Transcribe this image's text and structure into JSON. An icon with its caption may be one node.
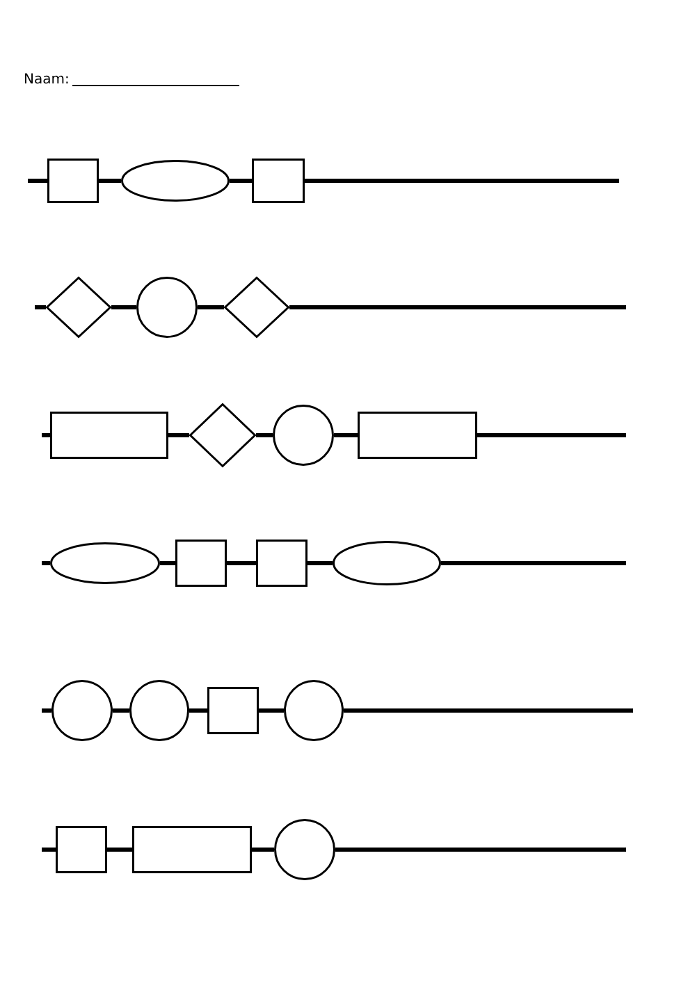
{
  "diagram": {
    "nodes": [
      {
        "text": [],
        "shape": "box"
      },
      {
        "text": [],
        "shape": "ellipse"
      },
      {
        "text": [],
        "shape": "box"
      },
      {
        "text": [],
        "shape": "diamond"
      },
      {
        "text": [],
        "shape": "circle"
      },
      {
        "text": [],
        "shape": "diamond"
      },
      {
        "text": [],
        "shape": "box"
      },
      {
        "text": [],
        "shape": "diamond"
      },
      {
        "text": [],
        "shape": "circle"
      },
      {
        "text": [],
        "shape": "box"
      },
      {
        "text": [],
        "shape": "ellipse"
      },
      {
        "text": [],
        "shape": "box"
      },
      {
        "text": [],
        "shape": "box"
      },
      {
        "text": [],
        "shape": "ellipse"
      },
      {
        "text": [],
        "shape": "circle"
      },
      {
        "text": [],
        "shape": "circle"
      },
      {
        "text": [],
        "shape": "box"
      },
      {
        "text": [],
        "shape": "circle"
      },
      {
        "text": [],
        "shape": "box"
      },
      {
        "text": [],
        "shape": "box"
      },
      {
        "text": [],
        "shape": "circle"
      }
    ],
    "edges": [
      {
        "from": null,
        "to": 0,
        "arrow": "none"
      },
      {
        "from": 0,
        "to": 1,
        "arrow": "none"
      },
      {
        "from": 1,
        "to": 2,
        "arrow": "none"
      },
      {
        "from": 2,
        "to": null,
        "arrow": "none"
      },
      {
        "from": null,
        "to": 3,
        "arrow": "none"
      },
      {
        "from": 3,
        "to": 4,
        "arrow": "none"
      },
      {
        "from": 4,
        "to": 5,
        "arrow": "none"
      },
      {
        "from": 5,
        "to": null,
        "arrow": "none"
      },
      {
        "from": null,
        "to": 6,
        "arrow": "none"
      },
      {
        "from": 6,
        "to": 7,
        "arrow": "none"
      },
      {
        "from": 7,
        "to": 8,
        "arrow": "none"
      },
      {
        "from": 8,
        "to": 9,
        "arrow": "none"
      },
      {
        "from": 9,
        "to": null,
        "arrow": "none"
      },
      {
        "from": null,
        "to": 10,
        "arrow": "none"
      },
      {
        "from": 10,
        "to": 11,
        "arrow": "none"
      },
      {
        "from": 11,
        "to": 12,
        "arrow": "none"
      },
      {
        "from": 12,
        "to": 13,
        "arrow": "none"
      },
      {
        "from": 13,
        "to": null,
        "arrow": "none"
      },
      {
        "from": null,
        "to": 14,
        "arrow": "none"
      },
      {
        "from": 14,
        "to": 15,
        "arrow": "none"
      },
      {
        "from": 15,
        "to": 16,
        "arrow": "none"
      },
      {
        "from": 16,
        "to": 17,
        "arrow": "none"
      },
      {
        "from": 17,
        "to": null,
        "arrow": "none"
      },
      {
        "from": null,
        "to": 18,
        "arrow": "none"
      },
      {
        "from": 18,
        "to": 19,
        "arrow": "none"
      },
      {
        "from": 19,
        "to": 20,
        "arrow": "none"
      },
      {
        "from": 20,
        "to": null,
        "arrow": "none"
      }
    ],
    "labels": [
      "Naam:"
    ]
  }
}
